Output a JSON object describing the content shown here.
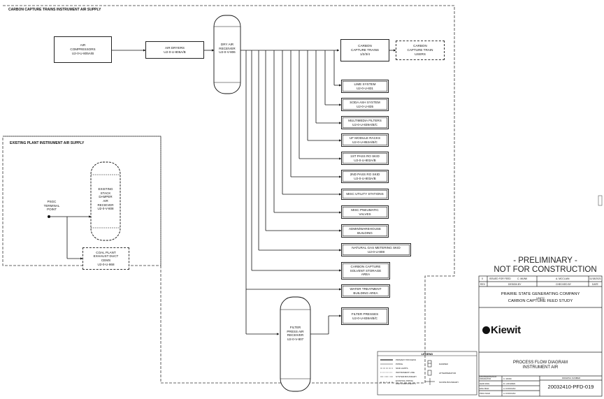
{
  "sections": {
    "carbon_capture": "CARBON CAPTURE TRAINS INSTRUMENT AIR SUPPLY",
    "existing_plant": "EXISTING PLANT INSTRUMENT AIR SUPPLY"
  },
  "equipment": {
    "air_compressors": "AIR\nCOMPRESSORS\nU2-0-U-805A/B",
    "air_dryers": "AIR DRYERS\nU2-0-U-806A/B",
    "dry_air_receiver": "DRY AIR\nRECEIVER\nU2-0-V-806",
    "carbon_capture_trains": "CARBON\nCAPTURE TRAINS\n1/2/3/4",
    "carbon_capture_train_users": "CARBON\nCAPTURE TRAIN\nUSERS",
    "existing_stack_damper_receiver": "EXISTING\nSTACK\nDAMPER\nAIR\nRECIEVER\nU2-0-V-808",
    "psgc_terminal_point": "PSGC\nTERMINAL\nPOINT",
    "coal_plant_cems": "COAL PLANT\nEXHAUST DUCT\nCEMS\nU2-0-U-868",
    "filter_press_receiver": "FILTER\nPRESS AIR\nRECEIVER\nU2-0-V-807",
    "filter_presses": "FILTER PRESSES\nU2-0-U-838A/B/C"
  },
  "users": [
    "LIME SYSTEM\nU2-0-U-831",
    "SODA ASH SYSTEM\nU2-0-U-835",
    "MULTIMEDIA FILTERS\nU2-0-U-839A/B/C",
    "UF MODULE RACKS\nU2-0-U-853A/B/C",
    "1ST PASS RO SKID\nU2-0-U-802A/B",
    "2ND PASS RO SKID\nU2-0-U-803A/B",
    "MISC UTILITY STATIONS",
    "MISC PNEUMATIC\nVALVES",
    "ADMIN/WAREHOUSE\nBUILDING",
    "NATURAL GAS METERING SKID\nU2-0-U-808",
    "CARBON CAPTURE\nSOLVENT STORAGE\nAREA",
    "WATER TREATMENT\nBUILDING AREA"
  ],
  "stamp": {
    "line1": "- PRELIMINARY -",
    "line2": "NOT FOR CONSTRUCTION"
  },
  "legend": {
    "title": "LEGEND",
    "left": [
      "PRIMARY PROCESS",
      "PIPING",
      "SKID LIMITS",
      "INSTRUMENT LINE",
      "SYSTEM BOUNDARY",
      "EXISTING PIPING\nAND COMPONENTS"
    ],
    "right": [
      "DAMPER",
      "ATTEMPERATOR",
      "SCOPE BOUNDARY"
    ]
  },
  "title_block": {
    "rev_no": "0",
    "rev_desc": "ISSUED FOR FEED",
    "designer": "C. MUNK",
    "checker": "A. MCCLAIN",
    "date": "11/18/2021",
    "hdr_rev": "REV",
    "hdr_designed": "DESIGN BY",
    "hdr_checked": "CHECKED BY",
    "hdr_date": "DATE",
    "company": "PRAIRIE STATE GENERATING COMPANY",
    "unit": "UNIT2",
    "study": "CARBON CAPTURE FEED STUDY",
    "logo": "Kiewit",
    "dwg_title1": "PROCESS FLOW DIAGRAM",
    "dwg_title2": "INSTRUMENT AIR",
    "roles": [
      "ENGINEER/DESIGN ORIGINATOR",
      "LEAD ENG",
      "ENG MGR",
      "PROJ MGR"
    ],
    "names": [
      "C. MUNK",
      "D. LOFGREN",
      "A. DONOVAN",
      "A. DONOVAN"
    ],
    "dwg_no_label": "DRAWING NUMBER",
    "dwg_no": "20032410-PFD-019"
  }
}
